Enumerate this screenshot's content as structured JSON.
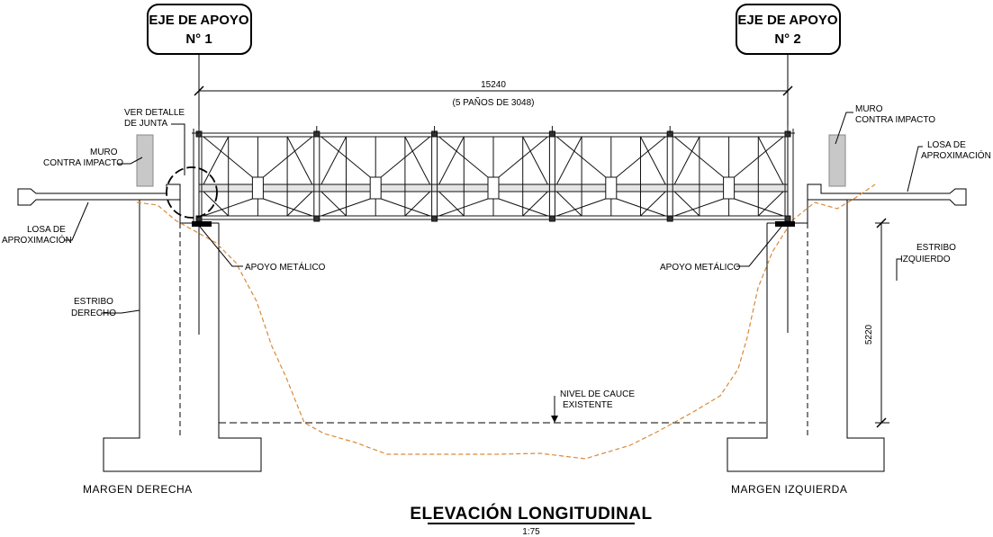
{
  "axes": {
    "axis1_line1": "EJE DE APOYO",
    "axis1_line2": "N° 1",
    "axis2_line1": "EJE DE APOYO",
    "axis2_line2": "N° 2"
  },
  "dimensions": {
    "span_length": "15240",
    "span_note": "(5 PAÑOS DE 3048)",
    "abutment_height": "5220"
  },
  "labels": {
    "joint_detail_1": "VER DETALLE",
    "joint_detail_2": "DE JUNTA",
    "impact_wall_left_1": "MURO",
    "impact_wall_left_2": "CONTRA IMPACTO",
    "impact_wall_right_1": "MURO",
    "impact_wall_right_2": "CONTRA IMPACTO",
    "approach_slab_left_1": "LOSA DE",
    "approach_slab_left_2": "APROXIMACIÓN",
    "approach_slab_right_1": "LOSA DE",
    "approach_slab_right_2": "APROXIMACIÓN",
    "support_left": "APOYO METÁLICO",
    "support_right": "APOYO METÁLICO",
    "abutment_right_1": "ESTRIBO",
    "abutment_right_2": "DERECHO",
    "abutment_left_1": "ESTRIBO",
    "abutment_left_2": "IZQUIERDO",
    "riverbed_1": "NIVEL DE CAUCE",
    "riverbed_2": "EXISTENTE",
    "bank_right": "MARGEN DERECHA",
    "bank_left": "MARGEN IZQUIERDA"
  },
  "title": {
    "main": "ELEVACIÓN LONGITUDINAL",
    "scale": "1:75"
  },
  "colors": {
    "terrain": "#d98a3a",
    "impact_wall": "#c8c8c8",
    "line": "#000000"
  }
}
